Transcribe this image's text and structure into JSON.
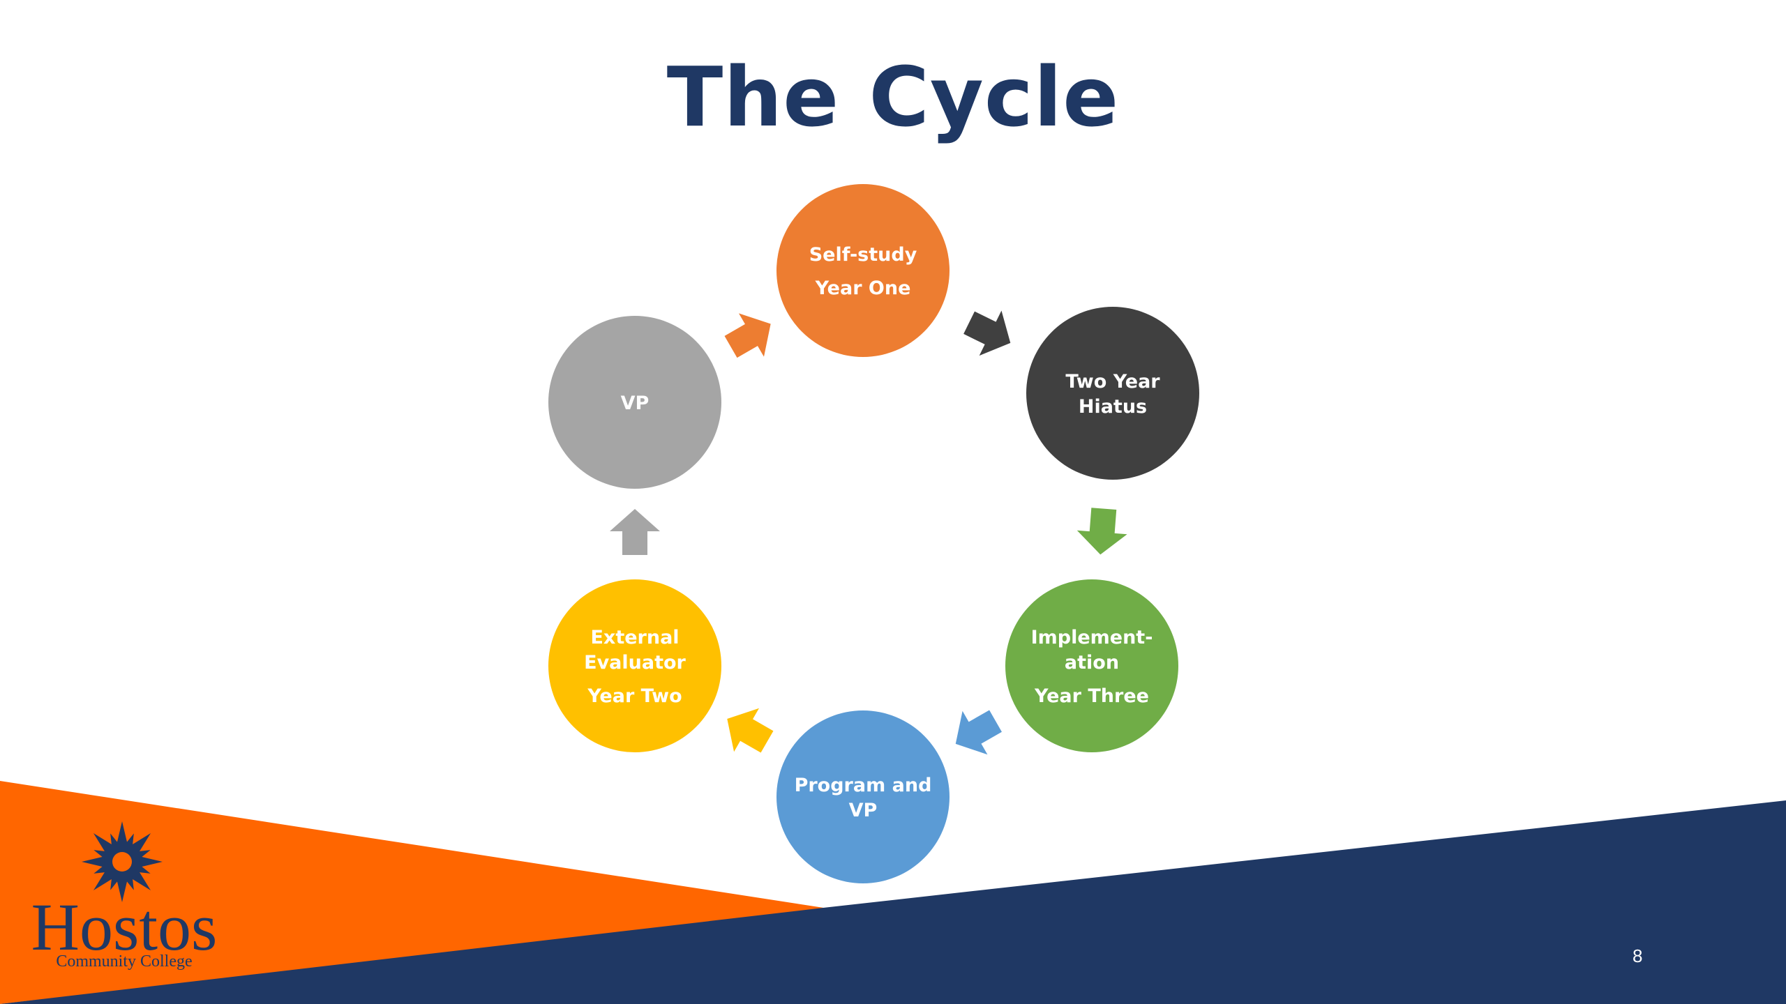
{
  "slide": {
    "title": "The Cycle",
    "page_number": "8"
  },
  "colors": {
    "title": "#1f3864",
    "navy": "#1f3864",
    "orange_band": "#ff6600",
    "self_study": "#ed7d31",
    "hiatus": "#404040",
    "implementation": "#70ad47",
    "program": "#5b9bd5",
    "external": "#ffc000",
    "vp": "#a5a5a5"
  },
  "cycle": {
    "nodes": [
      {
        "id": "self-study",
        "lines": [
          "Self-study",
          "Year One"
        ],
        "color": "#ed7d31"
      },
      {
        "id": "two-year-hiatus",
        "lines": [
          "Two Year",
          "Hiatus"
        ],
        "color": "#404040"
      },
      {
        "id": "implementation",
        "lines": [
          "Implement-",
          "ation",
          "Year Three"
        ],
        "color": "#70ad47"
      },
      {
        "id": "program-and-vp",
        "lines": [
          "Program and",
          "VP"
        ],
        "color": "#5b9bd5"
      },
      {
        "id": "external-evaluator",
        "lines": [
          "External",
          "Evaluator",
          "Year Two"
        ],
        "color": "#ffc000"
      },
      {
        "id": "vp",
        "lines": [
          "VP"
        ],
        "color": "#a5a5a5"
      }
    ],
    "arrow_colors": [
      "#404040",
      "#70ad47",
      "#5b9bd5",
      "#ffc000",
      "#a5a5a5",
      "#ed7d31"
    ]
  },
  "logo": {
    "name": "Hostos",
    "subtitle": "Community College",
    "icon": "sun-compass-icon"
  }
}
